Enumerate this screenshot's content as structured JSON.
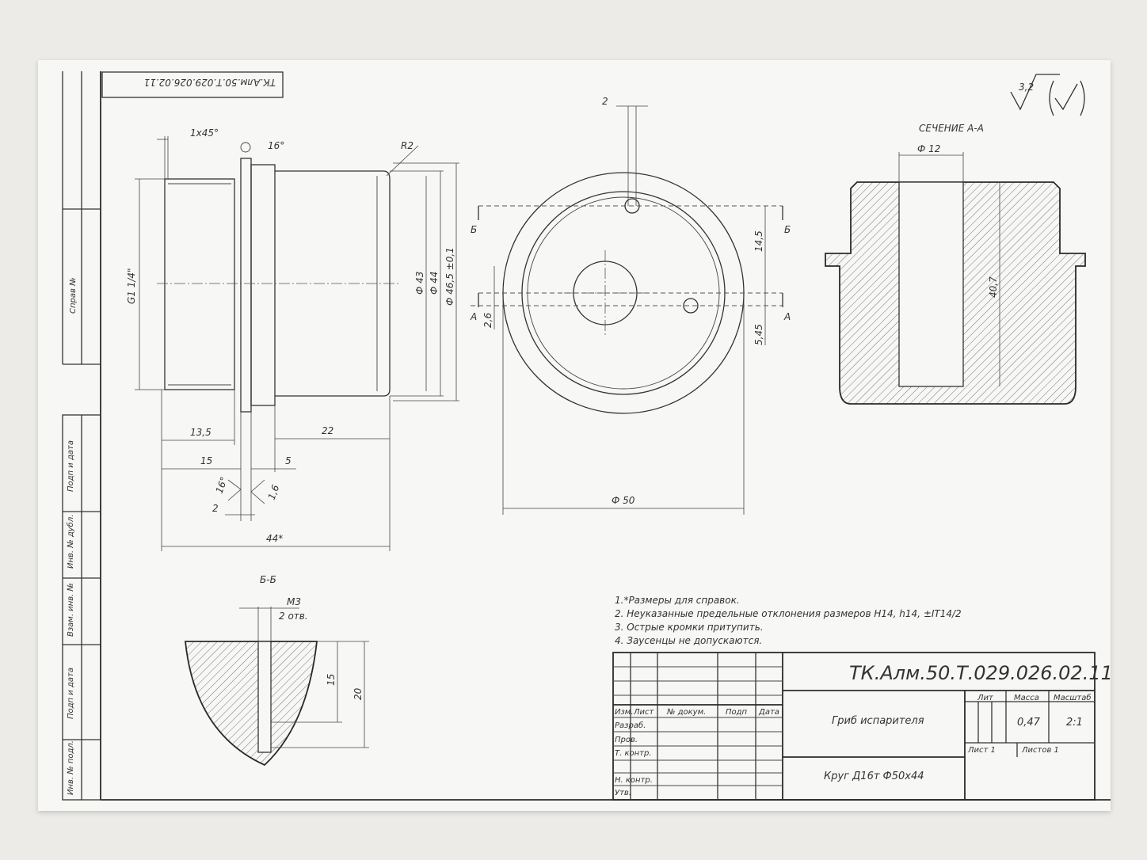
{
  "stamp_code_rotated": "ТК.Алм.50.Т.029.026.02.11",
  "roughness": {
    "value": "3,2"
  },
  "left_strip": [
    "Справ №",
    "Подп и дата",
    "Инв. № дубл.",
    "Взам. инв. №",
    "Подп и дата",
    "Инв. № подл."
  ],
  "side_view": {
    "chamfer": "1х45°",
    "angle_top": "16°",
    "radius": "R2",
    "thread": "G1 1/4\"",
    "d43": "Ф 43",
    "d44": "Ф 44",
    "d465": "Ф 46,5 ±0,1",
    "dim_135": "13,5",
    "dim_22": "22",
    "dim_15": "15",
    "dim_5": "5",
    "angle_16": "16°",
    "dim_16": "1,6",
    "dim_2": "2",
    "dim_44": "44*"
  },
  "front_view": {
    "dim_2": "2",
    "label_b": "Б",
    "label_a": "А",
    "dim_145": "14,5",
    "dim_26": "2,6",
    "dim_545": "5,45",
    "d50": "Ф 50"
  },
  "section_aa": {
    "title": "СЕЧЕНИЕ А-А",
    "d12": "Ф 12",
    "dim_407": "40,7"
  },
  "section_bb": {
    "title": "Б-Б",
    "m3": "М3",
    "holes": "2 отв.",
    "dim_15": "15",
    "dim_20": "20"
  },
  "notes": [
    "1.*Размеры для справок.",
    "2. Неуказанные предельные отклонения размеров H14, h14, ±IT14/2",
    "3. Острые кромки притупить.",
    "4. Заусенцы не допускаются."
  ],
  "title_block": {
    "code": "ТК.Алм.50.Т.029.026.02.11",
    "part_name": "Гриб испарителя",
    "material": "Круг Д16т Ф50х44",
    "header_cols": [
      "Изм.",
      "Лист",
      "№ докум.",
      "Подп",
      "Дата"
    ],
    "rows": [
      "Разраб.",
      "Пров.",
      "Т. контр.",
      "Н. контр.",
      "Утв."
    ],
    "lit": "Лит",
    "mass_label": "Масса",
    "scale_label": "Масштаб",
    "mass": "0,47",
    "scale": "2:1",
    "sheet": "Лист 1",
    "sheets": "Листов 1"
  }
}
